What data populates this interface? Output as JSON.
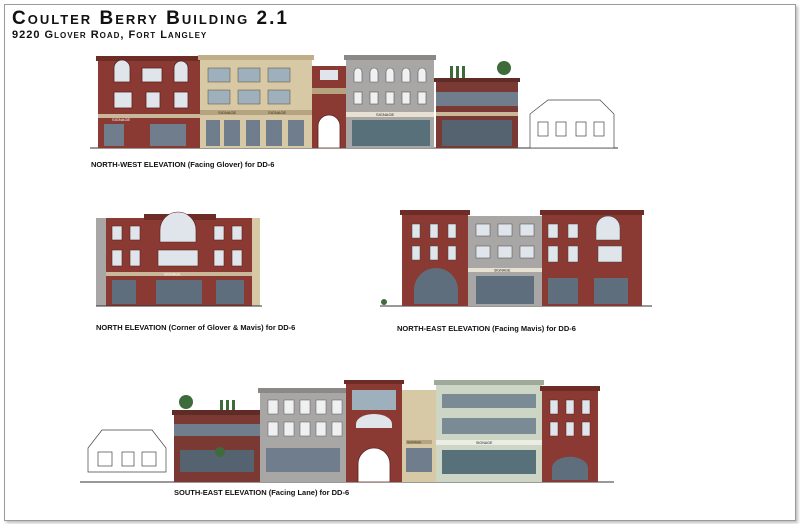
{
  "header": {
    "title": "Coulter Berry Building 2.1",
    "address": "9220 Glover Road, Fort Langley"
  },
  "elevations": {
    "north_west": {
      "caption": "NORTH-WEST ELEVATION (Facing Glover) for DD-6",
      "signs": [
        "SIGNAGE",
        "SIGNAGE",
        "SIGNAGE",
        "SIGNAGE"
      ]
    },
    "north": {
      "caption": "NORTH ELEVATION (Corner of Glover & Mavis) for DD-6",
      "signs": [
        "SIGNAGE"
      ]
    },
    "north_east": {
      "caption": "NORTH-EAST ELEVATION (Facing Mavis) for DD-6",
      "signs": [
        "SIGNAGE"
      ]
    },
    "south_east": {
      "caption": "SOUTH-EAST ELEVATION (Facing Lane) for DD-6",
      "signs": [
        "SIGNAGE",
        "SIGNAGE"
      ]
    }
  },
  "colors": {
    "brick": "#8a3a32",
    "brick_dark": "#6e2c27",
    "cream": "#d8c9a6",
    "grey": "#a9a6a6",
    "sage": "#cdd6c5",
    "glass": "#6f7d8c",
    "window_light": "#dfe5ea"
  }
}
